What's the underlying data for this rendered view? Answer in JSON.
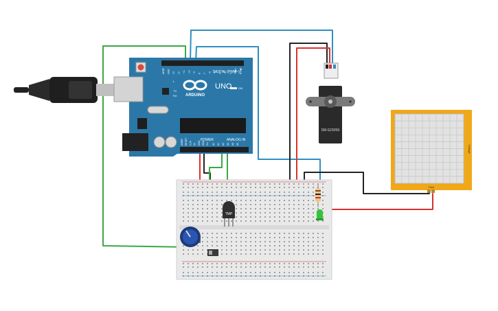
{
  "arduino": {
    "brand": "ARDUINO",
    "model": "UNO",
    "digital_label": "DIGITAL (PWM~)",
    "power_label": "POWER",
    "analog_label": "ANALOG IN",
    "tx_label": "TX",
    "rx_label": "RX",
    "l_label": "L",
    "on_label": "ON",
    "digital_pins": [
      "AREF",
      "GND",
      "13",
      "12",
      "~11",
      "~10",
      "~9",
      "8",
      "7",
      "~6",
      "~5",
      "4",
      "~3",
      "2",
      "TX▶1",
      "RX◀0"
    ],
    "power_pins": [
      "IOREF",
      "RESET",
      "3.3V",
      "5V",
      "GND",
      "GND",
      "Vin"
    ],
    "analog_pins": [
      "A0",
      "A1",
      "A2",
      "A3",
      "A4",
      "A5"
    ]
  },
  "servo": {
    "label": "SM-S2309S"
  },
  "sensor": {
    "label": "TMP"
  },
  "oscilloscope": {
    "bottom_label": "Time",
    "side_label": "Voltage"
  },
  "colors": {
    "board": "#2b78a8",
    "wire_green": "#3aa845",
    "wire_blue": "#2f8fc0",
    "wire_red": "#d8302f",
    "wire_black": "#222222",
    "scope_frame": "#f0a818",
    "led": "#36c23e"
  }
}
